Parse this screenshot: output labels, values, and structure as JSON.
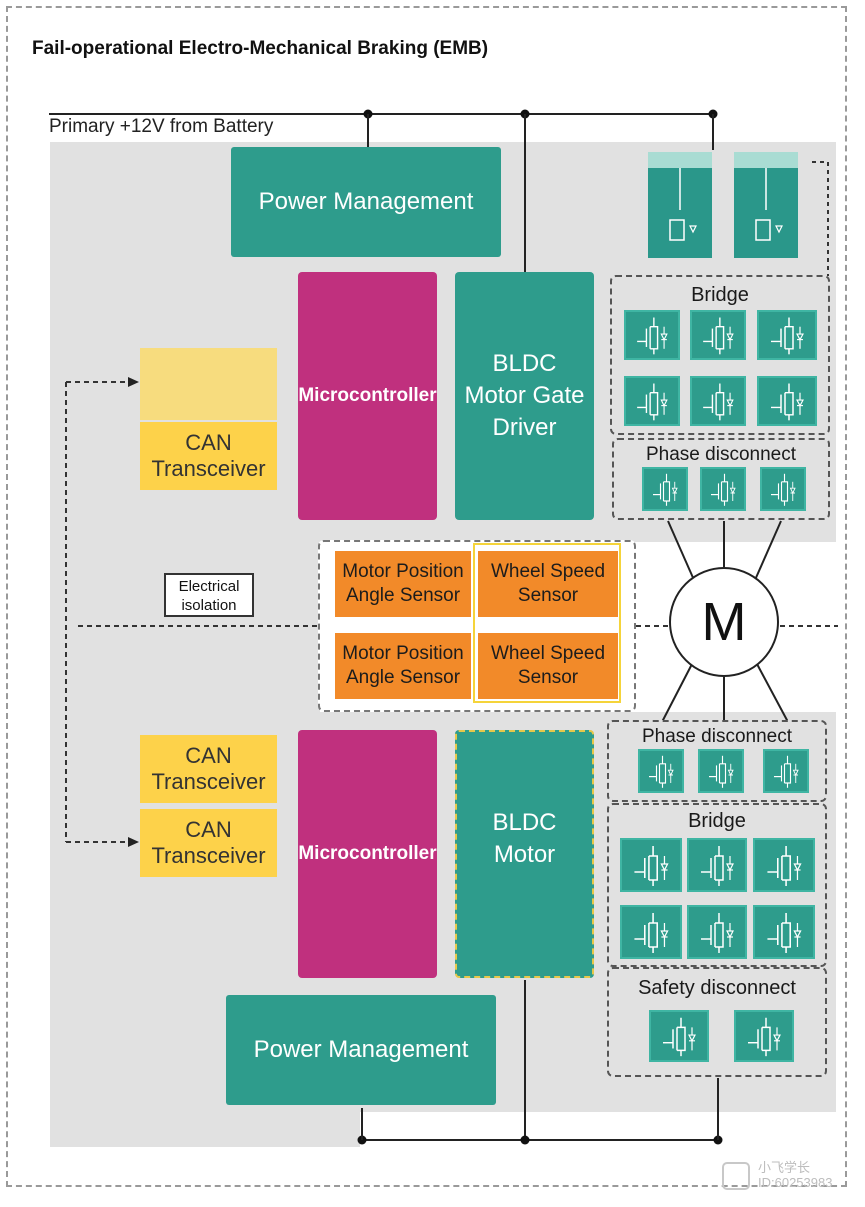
{
  "title": "Fail-operational Electro-Mechanical Braking (EMB)",
  "supply_label": "Primary +12V from Battery",
  "top_channel": {
    "power_management": "Power Management",
    "microcontroller": "Microcontroller",
    "gate_driver": "BLDC Motor Gate Driver",
    "can_transceiver": "CAN Transceiver",
    "bridge_label": "Bridge",
    "phase_disconnect_label": "Phase disconnect"
  },
  "bottom_channel": {
    "power_management": "Power Management",
    "microcontroller": "Microcontroller",
    "gate_driver": "BLDC Motor",
    "can_transceiver_1": "CAN Transceiver",
    "can_transceiver_2": "CAN Transceiver",
    "bridge_label": "Bridge",
    "phase_disconnect_label": "Phase disconnect",
    "safety_disconnect_label": "Safety disconnect"
  },
  "sensors": {
    "motor_position_1": "Motor Position Angle Sensor",
    "wheel_speed_1": "Wheel Speed Sensor",
    "motor_position_2": "Motor Position Angle Sensor",
    "wheel_speed_2": "Wheel Speed Sensor"
  },
  "isolation_label": "Electrical isolation",
  "motor_label": "M",
  "watermark": {
    "line1": "小飞学长",
    "line2": "ID:60253983"
  },
  "colors": {
    "teal": "#2e9c8c",
    "magenta": "#c0307e",
    "yellow": "#fdd24a",
    "orange": "#f28a29",
    "gray_panel": "#e1e1e1"
  }
}
